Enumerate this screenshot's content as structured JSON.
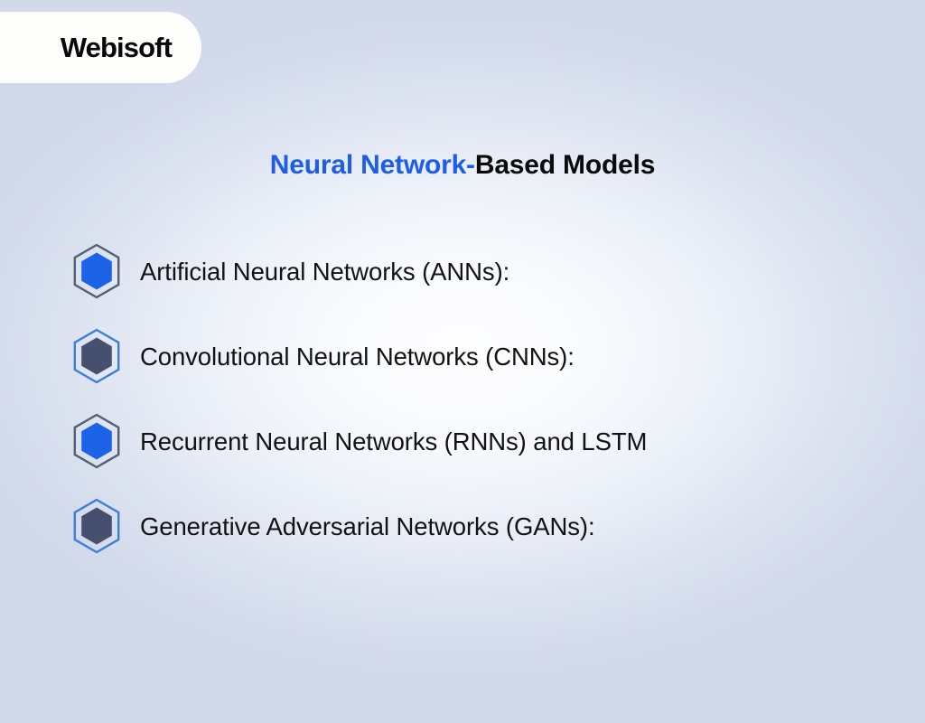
{
  "brand": {
    "logo_text": "Webisoft"
  },
  "title": {
    "accent_part": "Neural Network-",
    "plain_part": "Based Models",
    "full": "Neural Network-Based Models"
  },
  "colors": {
    "accent_blue": "#1d5de8",
    "hex_blue_fill": "#1d63e8",
    "hex_dark_fill": "#46506e",
    "hex_gray_ring": "#54606f",
    "hex_blue_ring": "#3d7fd6",
    "text_dark": "#121212",
    "background_edge": "#d2d9ea",
    "background_center": "#fdfdfe",
    "logo_pill": "#fdfdfb"
  },
  "list": {
    "items": [
      {
        "label": "Artificial Neural Networks (ANNs):",
        "icon": "hexagon-icon",
        "fill": "#1d63e8",
        "ring": "#54606f",
        "variant": "blue"
      },
      {
        "label": "Convolutional Neural Networks (CNNs):",
        "icon": "hexagon-icon",
        "fill": "#46506e",
        "ring": "#3d7fd6",
        "variant": "dark"
      },
      {
        "label": "Recurrent Neural Networks (RNNs) and LSTM",
        "icon": "hexagon-icon",
        "fill": "#1d63e8",
        "ring": "#54606f",
        "variant": "blue"
      },
      {
        "label": "Generative Adversarial Networks (GANs):",
        "icon": "hexagon-icon",
        "fill": "#46506e",
        "ring": "#3d7fd6",
        "variant": "dark"
      }
    ]
  }
}
